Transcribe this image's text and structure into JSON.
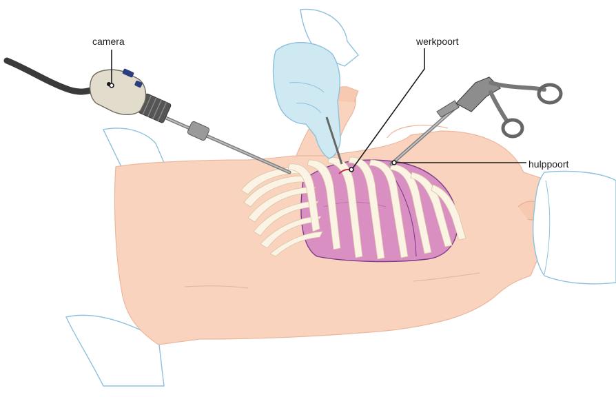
{
  "labels": {
    "camera": "camera",
    "werkpoort": "werkpoort",
    "hulppoort": "hulppoort"
  },
  "colors": {
    "skin": "#f9d3bd",
    "skin_outline": "#e9b89e",
    "lung": "#d98fc1",
    "lung_outline": "#7a3c8c",
    "rib": "#fbf3e3",
    "glove": "#cfe9f3",
    "drape_outline": "#8cc0dd",
    "instrument_dark": "#444444",
    "instrument_mid": "#9a9a9a",
    "camera_body": "#e2dccd",
    "leader_line": "#1a1a1a"
  },
  "icons": [
    "camera-icon",
    "thoracoscope-icon",
    "forceps-icon",
    "gloved-hand-icon"
  ]
}
